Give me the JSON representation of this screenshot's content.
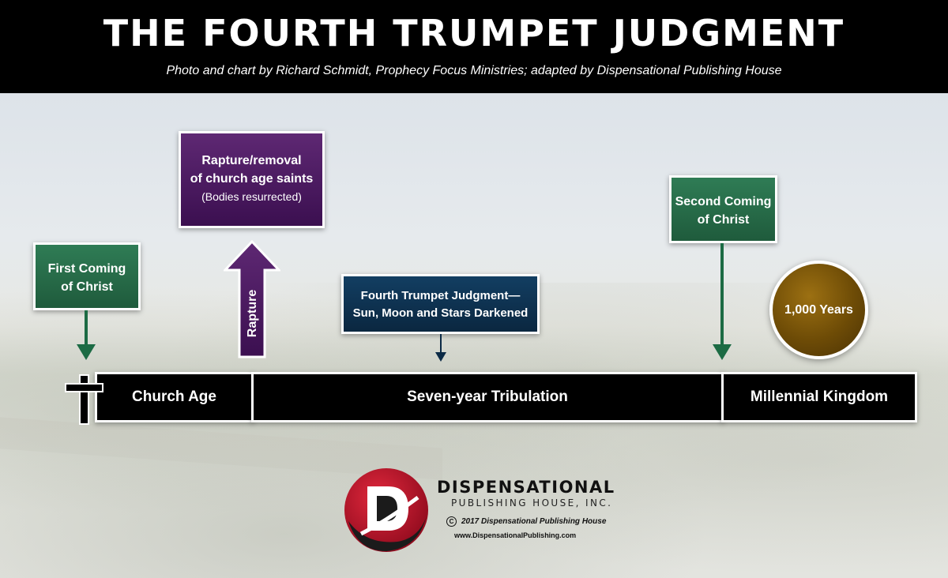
{
  "header": {
    "title": "THE FOURTH TRUMPET JUDGMENT",
    "subtitle": "Photo and chart by Richard Schmidt, Prophecy Focus Ministries; adapted by Dispensational Publishing House"
  },
  "events": {
    "first_coming": {
      "line1": "First Coming",
      "line2": "of Christ"
    },
    "rapture_box": {
      "line1": "Rapture/removal",
      "line2": "of church age saints",
      "line3": "(Bodies resurrected)"
    },
    "rapture_arrow_label": "Rapture",
    "fourth_trumpet": {
      "line1": "Fourth Trumpet Judgment—",
      "line2": "Sun, Moon and Stars Darkened"
    },
    "second_coming": {
      "line1": "Second Coming",
      "line2": "of Christ"
    },
    "millennium_years": "1,000 Years"
  },
  "timeline": {
    "church_age": "Church Age",
    "tribulation": "Seven-year Tribulation",
    "millennial_kingdom": "Millennial Kingdom"
  },
  "logo": {
    "name": "DISPENSATIONAL",
    "sub": "PUBLISHING HOUSE, INC.",
    "copyright": "2017 Dispensational Publishing House",
    "copyright_symbol": "C",
    "website": "www.DispensationalPublishing.com"
  },
  "colors": {
    "green": "#1f5b3c",
    "purple": "#3b0f50",
    "navy": "#0b2740",
    "gold": "#6d4b06",
    "logo_red": "#c8102e"
  }
}
